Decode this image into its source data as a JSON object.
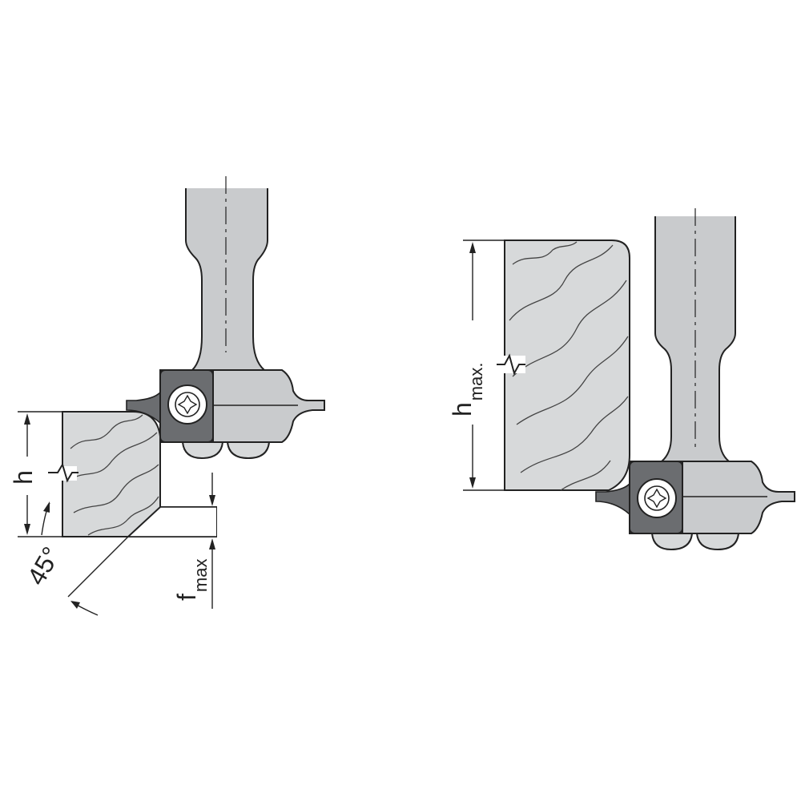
{
  "labels": {
    "h": "h",
    "angle": "45°",
    "f_main": "f",
    "f_sub": "max",
    "h_main": "h",
    "h_sub": "max."
  },
  "colors": {
    "wood": "#d7d9da",
    "steel": "#c9cbcd",
    "insert": "#6b6d70",
    "outline": "#222222",
    "grain": "#444444"
  },
  "icons": {
    "screw": "torx-screw-icon",
    "break": "break-mark-icon"
  }
}
